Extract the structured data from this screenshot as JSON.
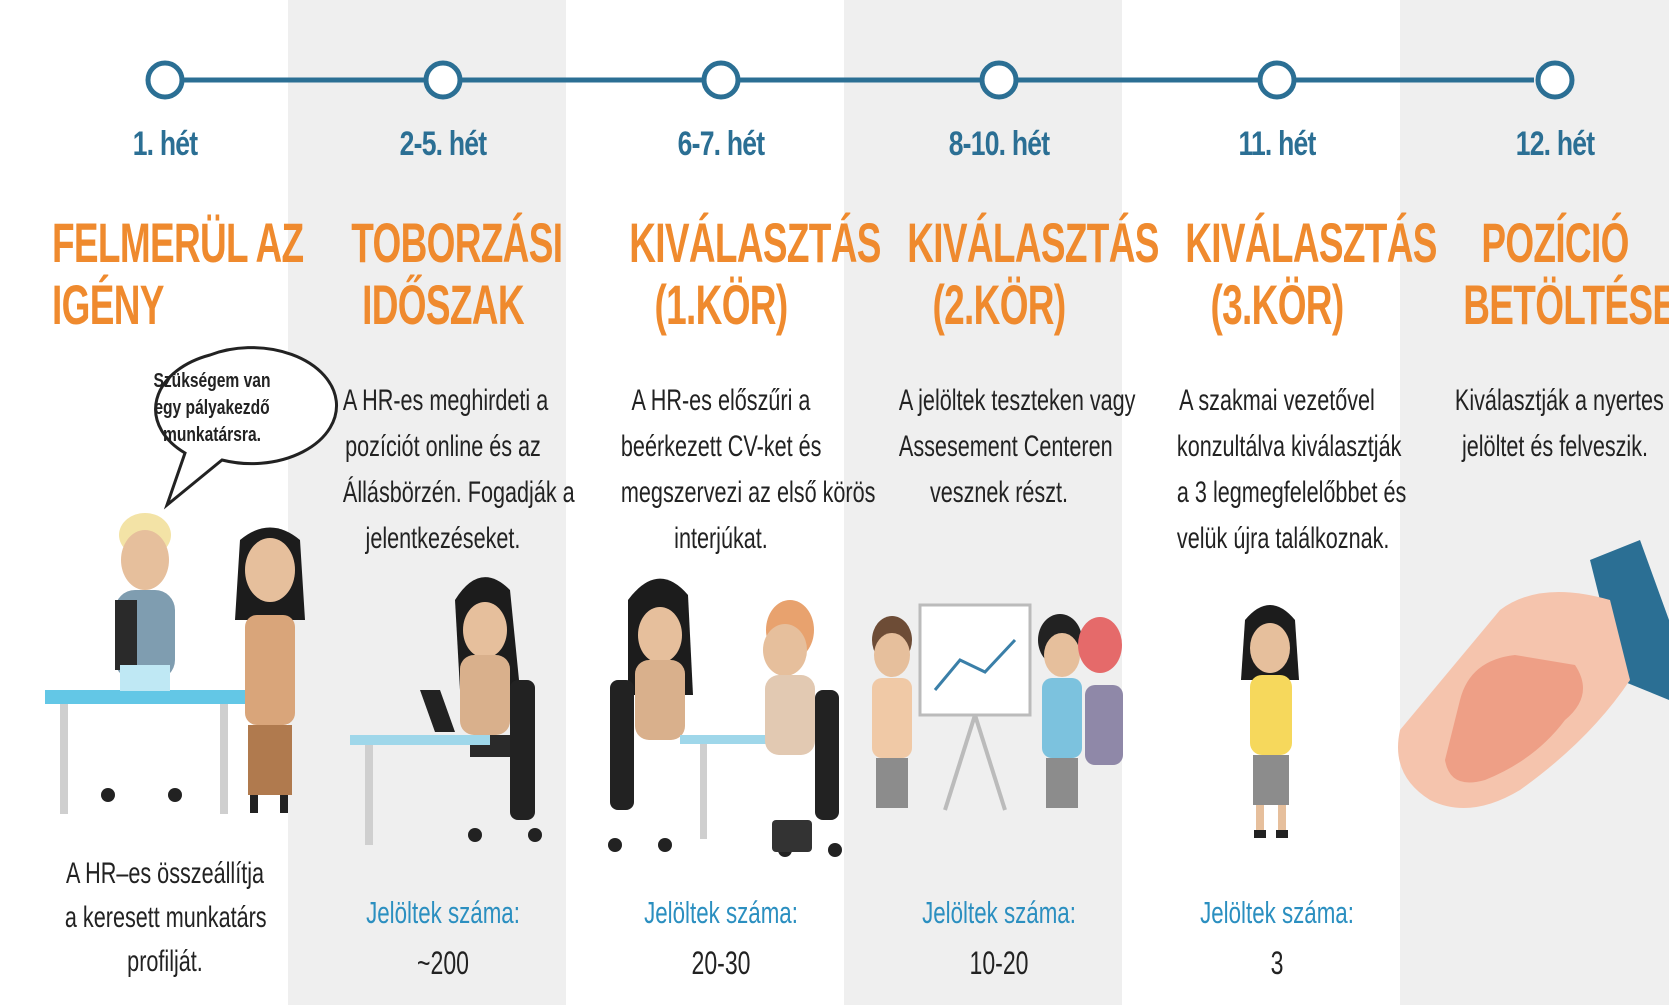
{
  "colors": {
    "timeline": "#2b6f94",
    "week": "#2b6f94",
    "title": "#ef8a2e",
    "count_label": "#2b8fc0",
    "text": "#222222",
    "shade": "#efefef"
  },
  "stages": [
    {
      "week": "1. hét",
      "title_lines": [
        "FELMERÜL AZ",
        "IGÉNY"
      ],
      "desc_lines": [],
      "bottom_lines": [
        "A HR–es összeállítja",
        "a keresett munkatárs",
        "profilját."
      ],
      "count_label": "",
      "count_value": "",
      "illustration": "desk-boss-icon"
    },
    {
      "week": "2-5. hét",
      "title_lines": [
        "TOBORZÁSI",
        "IDŐSZAK"
      ],
      "desc_lines": [
        "A HR-es meghirdeti a",
        "pozíciót online és az",
        "Állásbörzén. Fogadják a",
        "jelentkezéseket."
      ],
      "bottom_lines": [],
      "count_label": "Jelöltek száma:",
      "count_value": "~200",
      "illustration": "laptop-worker-icon"
    },
    {
      "week": "6-7. hét",
      "title_lines": [
        "KIVÁLASZTÁS",
        "(1.KÖR)"
      ],
      "desc_lines": [
        "A HR-es előszűri a",
        "beérkezett CV-ket és",
        "megszervezi az első körös",
        "interjúkat."
      ],
      "bottom_lines": [],
      "count_label": "Jelöltek száma:",
      "count_value": "20-30",
      "illustration": "interview-icon"
    },
    {
      "week": "8-10. hét",
      "title_lines": [
        "KIVÁLASZTÁS",
        "(2.KÖR)"
      ],
      "desc_lines": [
        "A jelöltek teszteken vagy",
        "Assesement Centeren",
        "vesznek részt."
      ],
      "bottom_lines": [],
      "count_label": "Jelöltek száma:",
      "count_value": "10-20",
      "illustration": "flipchart-icon"
    },
    {
      "week": "11. hét",
      "title_lines": [
        "KIVÁLASZTÁS",
        "(3.KÖR)"
      ],
      "desc_lines": [
        "A szakmai vezetővel",
        "konzultálva kiválasztják",
        "a 3 legmegfelelőbbet és",
        "velük újra találkoznak."
      ],
      "bottom_lines": [],
      "count_label": "Jelöltek száma:",
      "count_value": "3",
      "illustration": "phone-call-icon"
    },
    {
      "week": "12. hét",
      "title_lines": [
        "POZÍCIÓ",
        "BETÖLTÉSE"
      ],
      "desc_lines": [
        "Kiválasztják a nyertes",
        "jelöltet és felveszik."
      ],
      "bottom_lines": [],
      "count_label": "",
      "count_value": "",
      "illustration": "handshake-icon"
    }
  ],
  "speech_bubble": [
    "Szükségem van",
    "egy pályakezdő",
    "munkatársra."
  ]
}
